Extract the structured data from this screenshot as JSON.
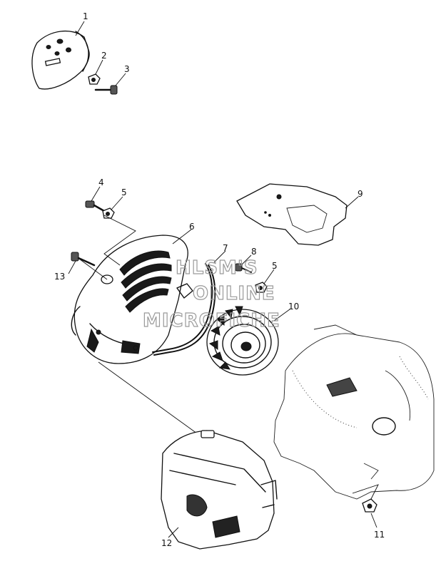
{
  "callouts": {
    "c1": "1",
    "c2": "2",
    "c3": "3",
    "c4": "4",
    "c5a": "5",
    "c5b": "5",
    "c6": "6",
    "c7": "7",
    "c8": "8",
    "c9": "9",
    "c10": "10",
    "c11": "11",
    "c12": "12",
    "c13": "13"
  },
  "watermark": {
    "line1": "HLSM'S",
    "line2": "ONLINE",
    "line3": "MICROFICHE"
  }
}
